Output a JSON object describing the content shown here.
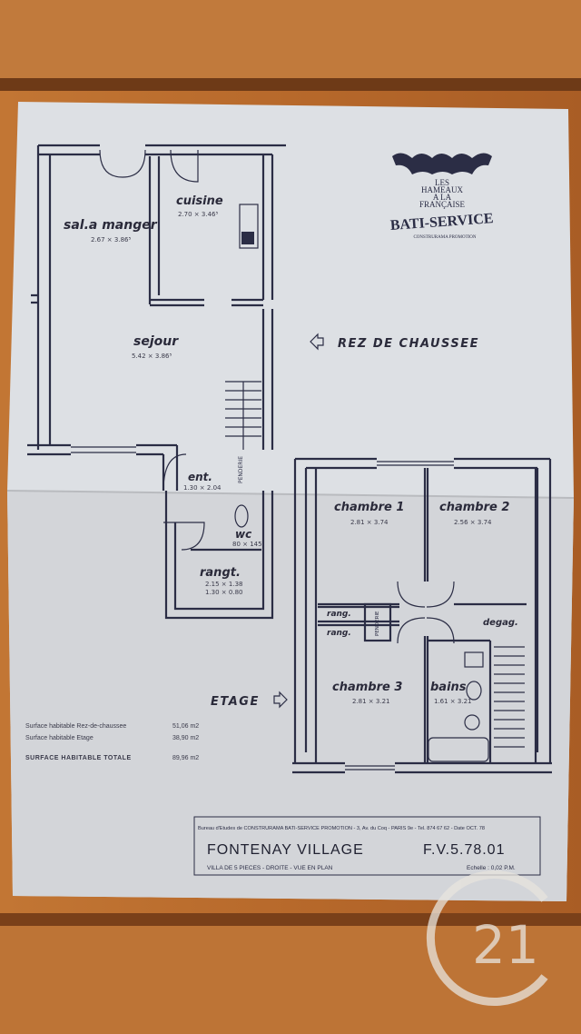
{
  "logo": {
    "line1": "LES",
    "line2": "HAMEAUX",
    "line3": "A LA",
    "line4": "FRANÇAISE",
    "brand": "BATI-SERVICE",
    "sub": "CONSTRURAMA PROMOTION"
  },
  "ground_floor": {
    "label": "REZ DE CHAUSSEE",
    "rooms": [
      {
        "name": "sal.a manger",
        "dims": "2.67 × 3.86⁵"
      },
      {
        "name": "cuisine",
        "dims": "2.70 × 3.46⁵"
      },
      {
        "name": "sejour",
        "dims": "5.42 × 3.86⁵"
      },
      {
        "name": "ent.",
        "dims": "1.30 × 2.04"
      },
      {
        "name": "wc",
        "dims": "80 × 145"
      },
      {
        "name": "rangt.",
        "dims": "2.15 × 1.38",
        "dims2": "1.30 × 0.80"
      }
    ],
    "penderie": "PENDERIE"
  },
  "upper_floor": {
    "label": "ETAGE",
    "rooms": [
      {
        "name": "chambre 1",
        "dims": "2.81 × 3.74"
      },
      {
        "name": "chambre 2",
        "dims": "2.56 × 3.74"
      },
      {
        "name": "chambre 3",
        "dims": "2.81 × 3.21"
      },
      {
        "name": "bains",
        "dims": "1.61 × 3.21"
      },
      {
        "name": "degag.",
        "dims": ""
      }
    ],
    "rang1": "rang.",
    "rang2": "rang.",
    "penderie": "PENDERIE"
  },
  "surfaces": {
    "rdc_label": "Surface habitable Rez-de-chaussee",
    "rdc_value": "51,06 m2",
    "etage_label": "Surface habitable Etage",
    "etage_value": "38,90 m2",
    "total_label": "SURFACE HABITABLE TOTALE",
    "total_value": "89,96 m2"
  },
  "cartouche": {
    "office": "Bureau d'Etudes de CONSTRURAMA BATI-SERVICE PROMOTION - 3, Av. du Coq - PARIS 9e - Tel. 874 67 62 - Date OCT. 78",
    "title": "FONTENAY VILLAGE",
    "ref": "F.V.5.78.01",
    "subtitle": "VILLA DE 5 PIECES - DROITE - VUE EN PLAN",
    "scale": "Echelle : 0,02 P.M."
  },
  "watermark": {
    "text": "21"
  },
  "colors": {
    "wood": "#b86a2e",
    "paper": "#dfe2e6",
    "ink": "#2b2d45"
  }
}
